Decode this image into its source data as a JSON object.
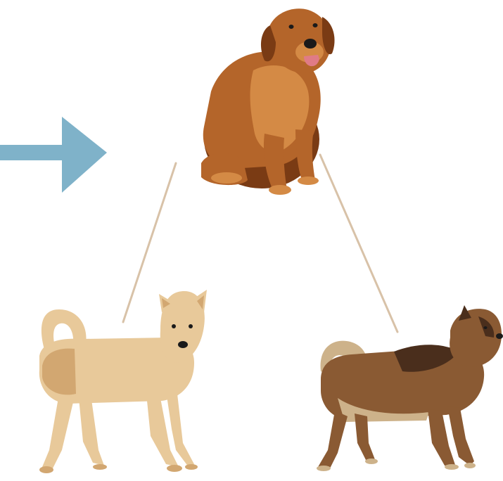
{
  "diagram": {
    "nodes": [
      {
        "id": "top",
        "subject": "golden-retriever-sitting"
      },
      {
        "id": "left",
        "subject": "jindo-type-dog-standing"
      },
      {
        "id": "right",
        "subject": "spitz-type-dog-standing"
      }
    ],
    "edges": [
      {
        "from": "top",
        "to": "left"
      },
      {
        "from": "top",
        "to": "right"
      }
    ],
    "pointer_arrow": {
      "direction": "right",
      "target": "top"
    }
  },
  "colors": {
    "background": "#ffffff",
    "arrow": "#7fb2c9",
    "connector": "#d8c2a8",
    "golden_coat": "#b4652a",
    "golden_coat_light": "#d48a45",
    "golden_coat_dark": "#7a3b14",
    "left_dog_coat": "#e8c99a",
    "left_dog_coat_dark": "#d2a771",
    "right_dog_coat": "#8a5a33",
    "right_dog_coat_light": "#cdb28a",
    "right_dog_coat_dark": "#4a2e1c",
    "nose": "#1a1a1a",
    "tongue": "#e07b86"
  }
}
